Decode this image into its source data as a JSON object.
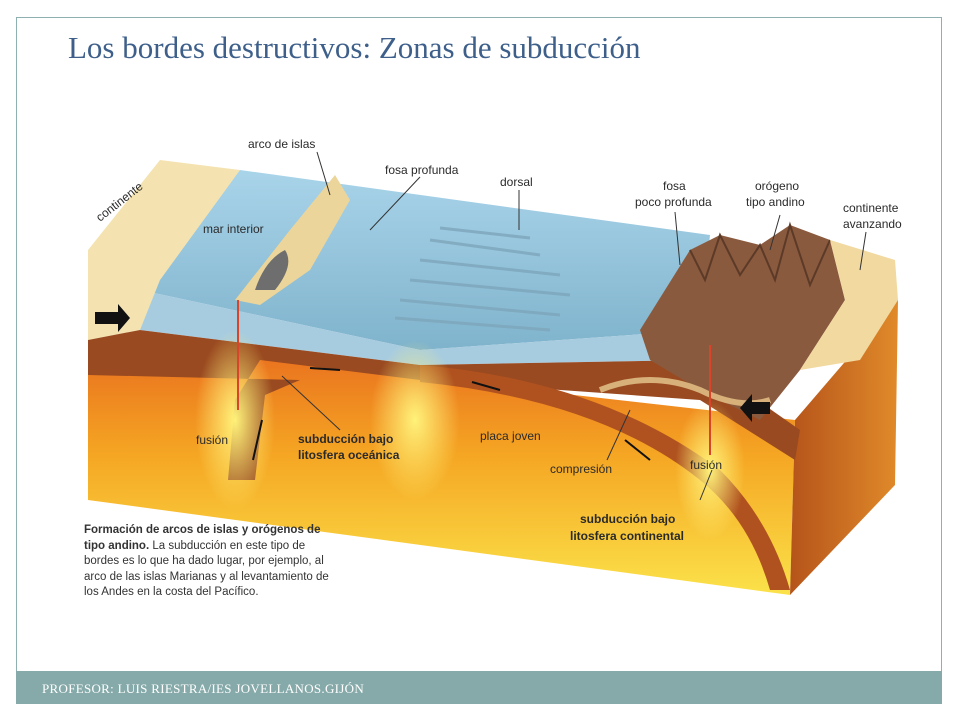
{
  "title": "Los bordes destructivos: Zonas de subducción",
  "footer": "PROFESOR: LUIS RIESTRA/IES JOVELLANOS.GIJÓN",
  "labels": {
    "continente": "continente",
    "arco_islas": "arco de islas",
    "mar_interior": "mar interior",
    "fosa_profunda": "fosa profunda",
    "dorsal": "dorsal",
    "fosa_poco_1": "fosa",
    "fosa_poco_2": "poco profunda",
    "orogeno_1": "orógeno",
    "orogeno_2": "tipo andino",
    "continente_av_1": "continente",
    "continente_av_2": "avanzando",
    "fusion_left": "fusión",
    "sub_oce_1": "subducción bajo",
    "sub_oce_2": "litosfera oceánica",
    "placa_joven": "placa joven",
    "compresion": "compresión",
    "fusion_right": "fusión",
    "sub_cont_1": "subducción bajo",
    "sub_cont_2": "litosfera continental"
  },
  "caption": {
    "bold": "Formación de arcos de islas y orógenos de tipo andino.",
    "text": " La subducción en este tipo de bordes es lo que ha dado lugar, por ejemplo, al arco de las islas Marianas y al levantamiento de los Andes en la costa del Pacífico."
  }
}
